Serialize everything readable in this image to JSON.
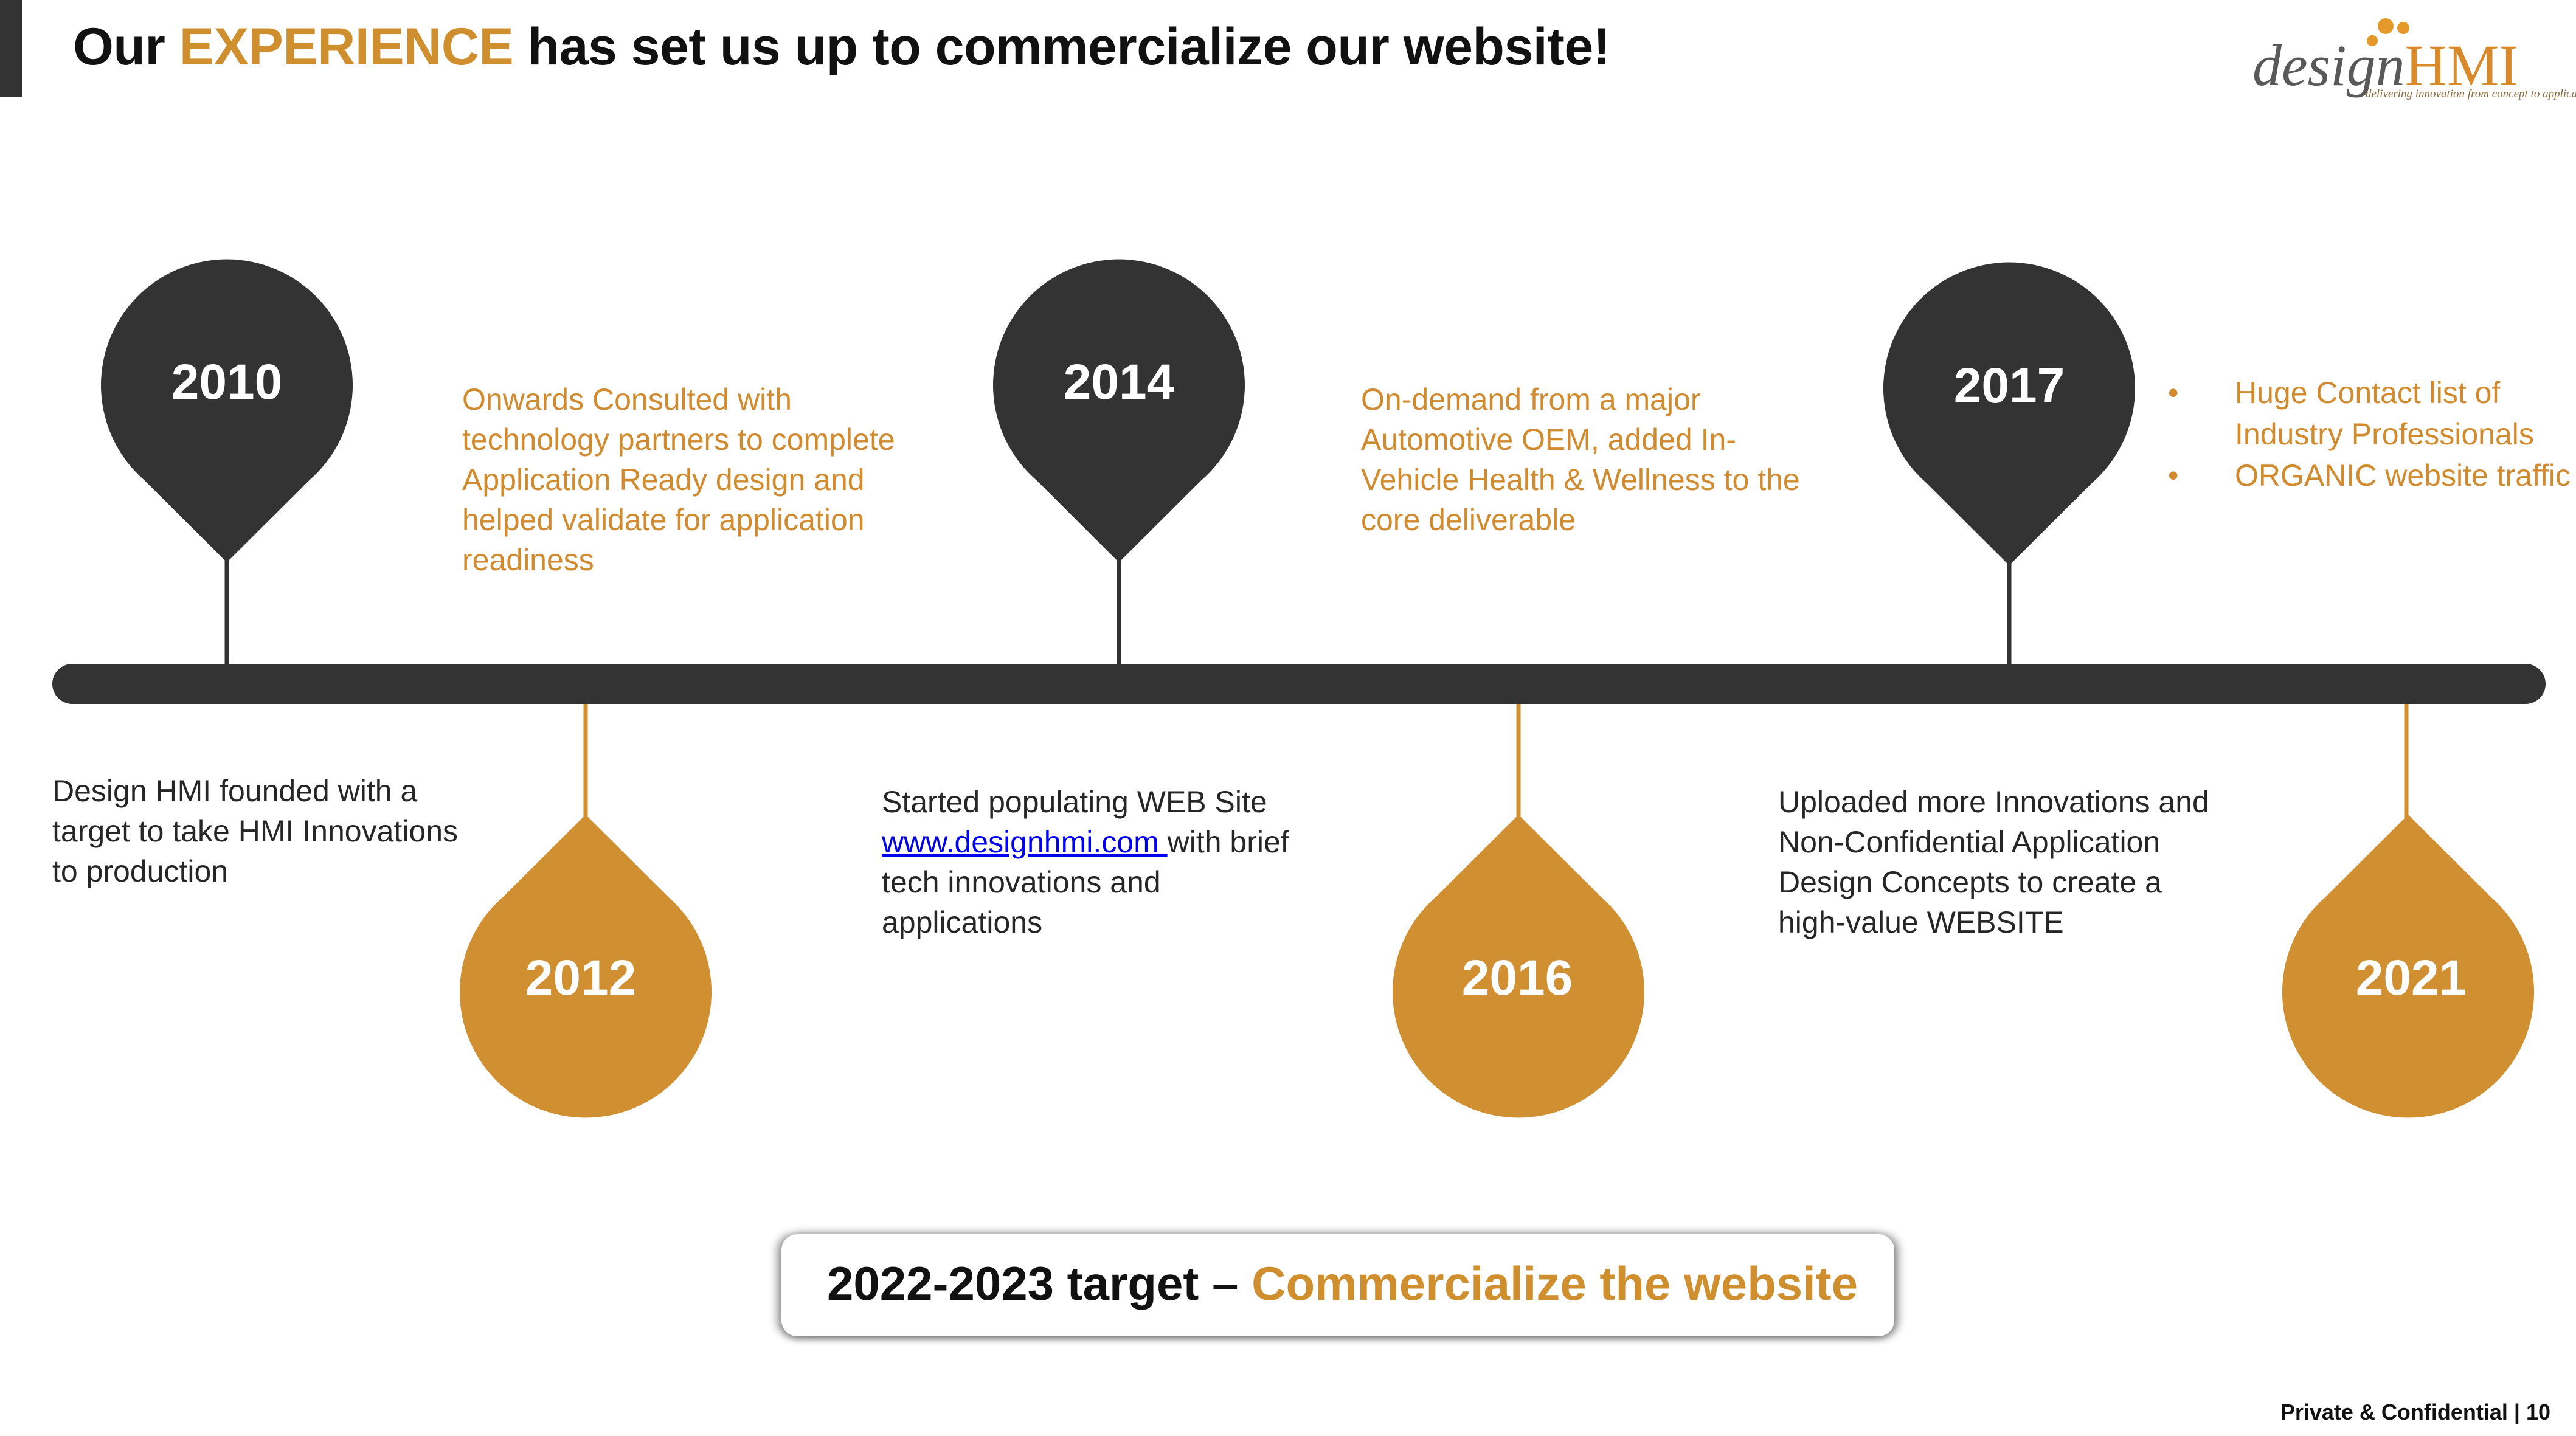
{
  "title": {
    "part1": "Our ",
    "highlight": "EXPERIENCE",
    "part2": " has set us up to commercialize our website!"
  },
  "logo": {
    "design": "design",
    "hmi": "HMI",
    "tagline": "delivering innovation from concept to application"
  },
  "colors": {
    "dark": "#333333",
    "accent": "#cf8f2e",
    "link": "#0000ee"
  },
  "milestones": {
    "y2010": {
      "year": "2010",
      "text": "Design HMI founded with a target to take HMI Innovations to production"
    },
    "y2012": {
      "year": "2012",
      "text": "Onwards Consulted with technology partners to complete Application Ready design and helped validate for application readiness"
    },
    "y2014": {
      "year": "2014",
      "text_before": "Started populating WEB Site ",
      "link": "www.designhmi.com ",
      "text_after": "with brief tech innovations and applications"
    },
    "y2016": {
      "year": "2016",
      "text": "On-demand from a major Automotive OEM, added In-Vehicle Health & Wellness to the core deliverable"
    },
    "y2017": {
      "year": "2017",
      "text": "Uploaded more Innovations and Non-Confidential Application Design Concepts to create a high-value WEBSITE"
    },
    "y2021": {
      "year": "2021",
      "bullets": [
        "Huge Contact list of Industry Professionals",
        "ORGANIC website traffic"
      ]
    }
  },
  "bullet_symbol": "•",
  "target": {
    "prefix": "2022-2023 target – ",
    "highlight": "Commercialize the website"
  },
  "footer": "Private & Confidential | 10"
}
